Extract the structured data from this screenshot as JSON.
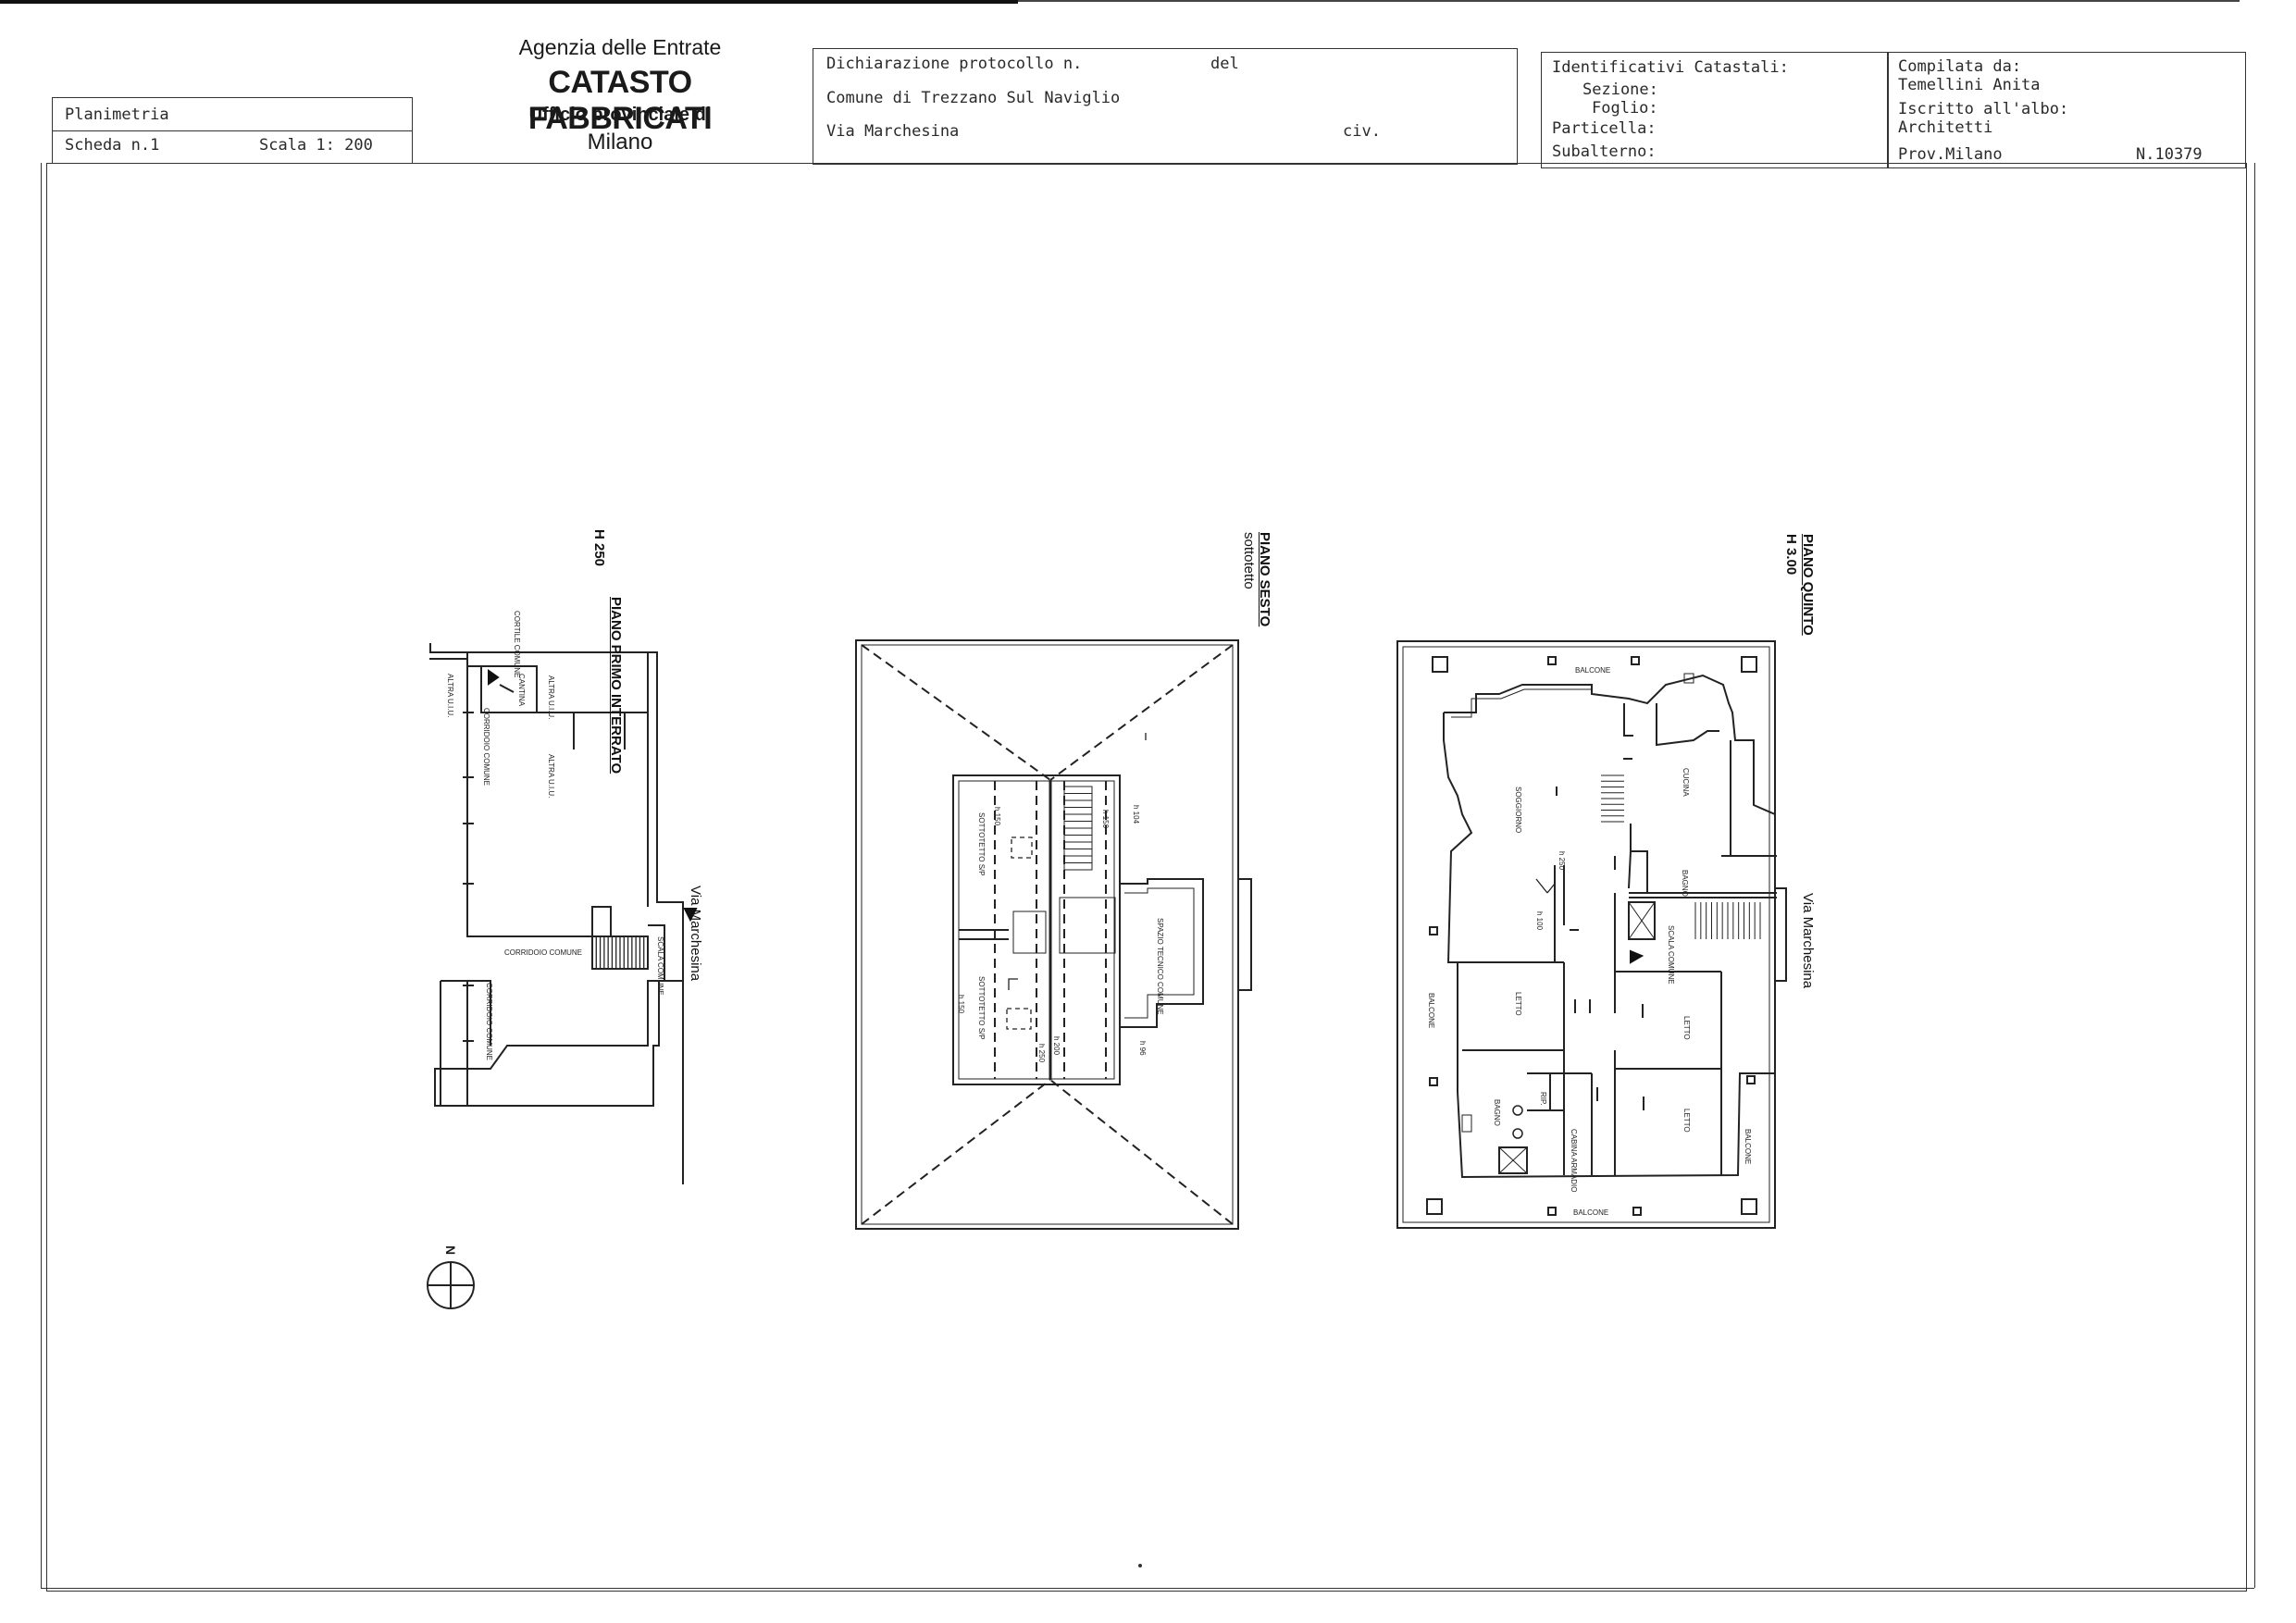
{
  "header": {
    "agency": "Agenzia delle Entrate",
    "title": "CATASTO FABBRICATI",
    "office_line": "Ufficio provinciale di",
    "city": "Milano"
  },
  "planimetria": {
    "label": "Planimetria",
    "scheda": "Scheda n.1",
    "scala": "Scala 1: 200"
  },
  "dichiarazione": {
    "protocollo": "Dichiarazione protocollo n.",
    "del": "del",
    "comune": "Comune di Trezzano Sul Naviglio",
    "via": "Via Marchesina",
    "civ": "civ."
  },
  "identificativi": {
    "title": "Identificativi Catastali:",
    "sezione": "Sezione:",
    "foglio": "Foglio:",
    "particella": "Particella:",
    "subalterno": "Subalterno:"
  },
  "compilata": {
    "label": "Compilata da:",
    "name": "Temellini Anita",
    "iscritto": "Iscritto all'albo:",
    "albo": "Architetti",
    "prov": "Prov.Milano",
    "numero": "N.10379"
  },
  "plan_interrato": {
    "title": "PIANO PRIMO INTERRATO",
    "height": "H 250",
    "street": "Via Marchesina",
    "labels": [
      "CORTILE COMUNE",
      "CANTINA",
      "ALTRA U.I.U.",
      "ALTRA U.I.U.",
      "ALTRA U.I.U.",
      "CORRIDOIO COMUNE",
      "CORRIDOIO COMUNE",
      "CORRIDOIO COMUNE",
      "SCALA COMUNE"
    ]
  },
  "plan_sesto": {
    "title": "PIANO SESTO",
    "subtitle": "sottotetto",
    "labels": [
      "SOTTOTETTO S/P",
      "SOTTOTETTO S/P",
      "SPAZIO TECNICO COMUNE",
      "h 150",
      "h 150",
      "h 150",
      "h 104",
      "h 96",
      "h 250",
      "h 200"
    ]
  },
  "plan_quinto": {
    "title": "PIANO QUINTO",
    "height": "H 3.00",
    "street": "Via Marchesina",
    "labels": [
      "BALCONE",
      "BALCONE",
      "BALCONE",
      "BALCONE",
      "CUCINA",
      "SOGGIORNO",
      "BAGNO",
      "BAGNO",
      "LETTO",
      "LETTO",
      "LETTO",
      "SCALA COMUNE",
      "RIP.",
      "CABINA ARMADIO",
      "h 250",
      "h 100"
    ]
  },
  "north": "N"
}
